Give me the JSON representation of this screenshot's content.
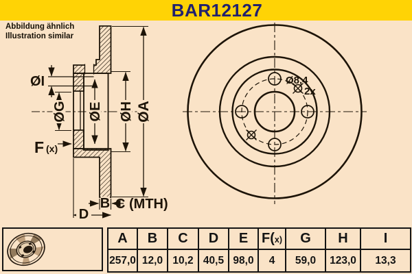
{
  "colors": {
    "background": "#fae3c7",
    "banner_yellow": "#ffd305",
    "title_navy": "#21216e",
    "line_ink": "#1d1408",
    "table_black": "#141414"
  },
  "banner": {
    "title": "BAR12127"
  },
  "note": {
    "line1": "Abbildung ähnlich",
    "line2": "Illustration similar"
  },
  "section_view": {
    "dim_i": "ØI",
    "dim_g": "ØG",
    "dim_e": "ØE",
    "dim_h": "ØH",
    "dim_a": "ØA",
    "dim_f": "F",
    "dim_f_sub": "(x)",
    "dim_b": "B",
    "dim_c": "C (MTH)",
    "dim_d": "D"
  },
  "front_view": {
    "hole_dia_label": "Ø8,4",
    "hole_count_label": "2x"
  },
  "table": {
    "headers": [
      "A",
      "B",
      "C",
      "D",
      "E",
      "F(x)",
      "G",
      "H",
      "I"
    ],
    "values": [
      "257,0",
      "12,0",
      "10,2",
      "40,5",
      "98,0",
      "4",
      "59,0",
      "123,0",
      "13,3"
    ]
  },
  "icon": {
    "name": "brake-disc-icon"
  }
}
